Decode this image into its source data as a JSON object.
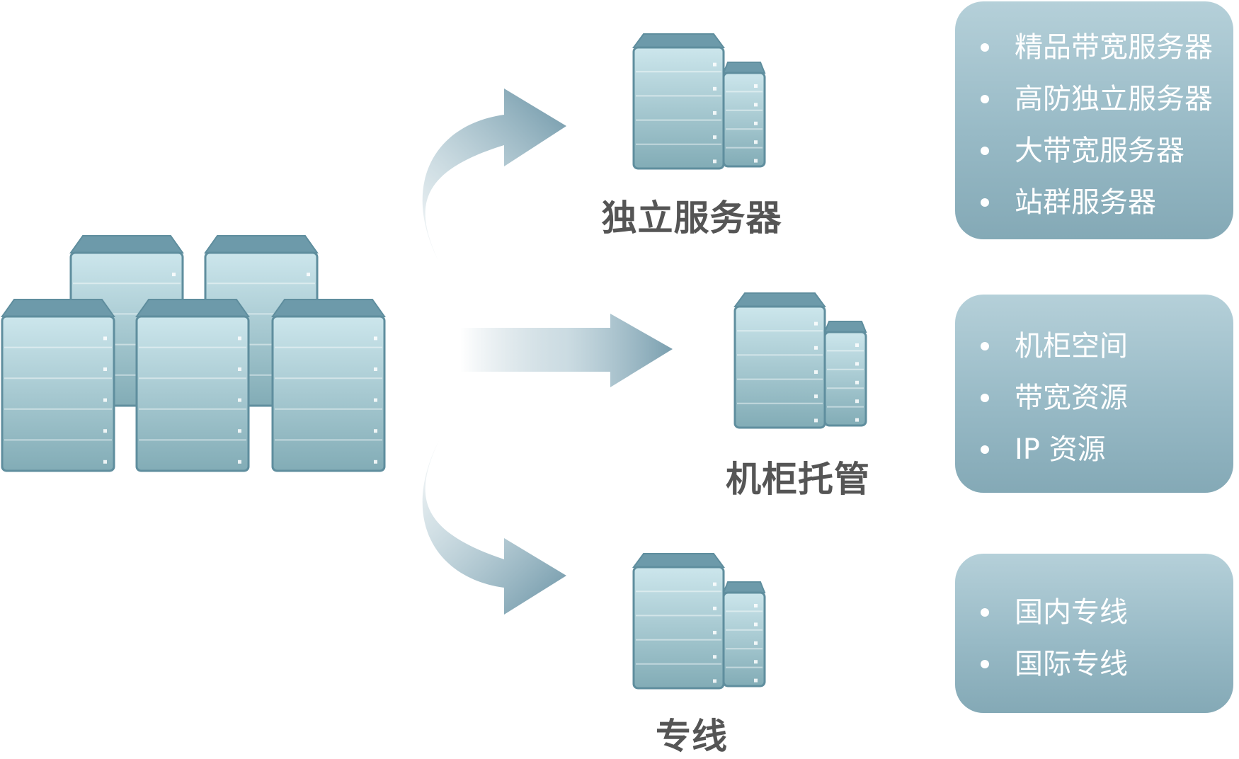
{
  "categories": [
    {
      "id": "dedicated",
      "label": "独立服务器",
      "items": [
        "精品带宽服务器",
        "高防独立服务器",
        "大带宽服务器",
        "站群服务器"
      ]
    },
    {
      "id": "colocation",
      "label": "机柜托管",
      "items": [
        "机柜空间",
        "带宽资源",
        "IP 资源"
      ]
    },
    {
      "id": "leased-line",
      "label": "专线",
      "items": [
        "国内专线",
        "国际专线"
      ]
    }
  ],
  "colors": {
    "server_top": "#6d9aaa",
    "server_light": "#c8e3ea",
    "server_dark": "#86aeb8",
    "server_outline": "#5f8e9e",
    "arrow": "#7fa3b2",
    "panel_top": "#b5d0d9",
    "panel_bottom": "#84a9b6",
    "label_text": "#555555",
    "panel_text": "#ffffff"
  },
  "icons": [
    "server-cluster-icon",
    "server-pair-icon",
    "curved-arrow-up-icon",
    "straight-arrow-icon",
    "curved-arrow-down-icon"
  ]
}
